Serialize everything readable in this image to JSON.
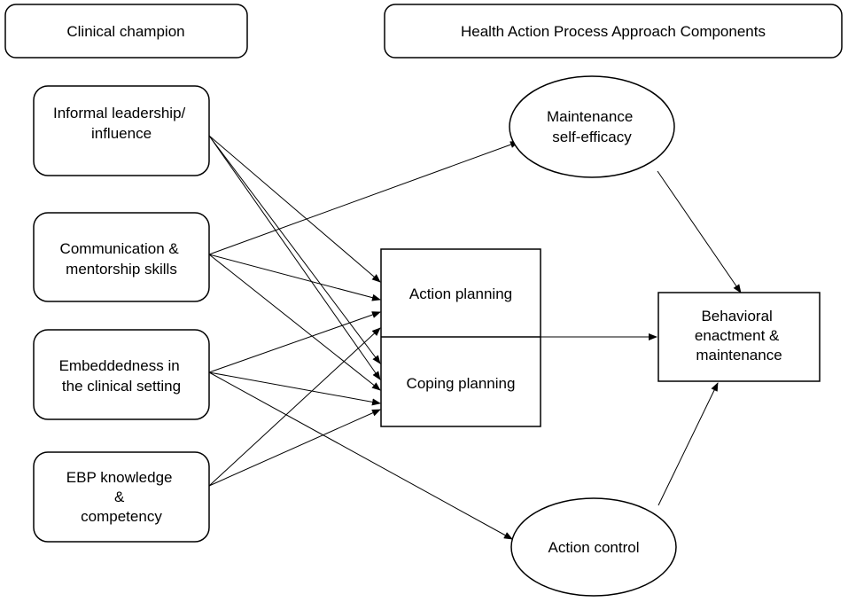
{
  "headers": {
    "left": "Clinical champion",
    "right": "Health Action Process Approach Components"
  },
  "champion_traits": [
    [
      "Informal leadership/",
      "influence"
    ],
    [
      "Communication &",
      "mentorship skills"
    ],
    [
      "Embeddedness in",
      "the clinical setting"
    ],
    [
      "EBP knowledge",
      "&",
      "competency"
    ]
  ],
  "hapa": {
    "maintenance_self_efficacy": [
      "Maintenance",
      "self-efficacy"
    ],
    "action_planning": "Action planning",
    "coping_planning": "Coping planning",
    "action_control": "Action control",
    "behavioral_outcome": [
      "Behavioral",
      "enactment &",
      "maintenance"
    ]
  },
  "colors": {
    "stroke": "#000000",
    "fill": "#ffffff"
  }
}
